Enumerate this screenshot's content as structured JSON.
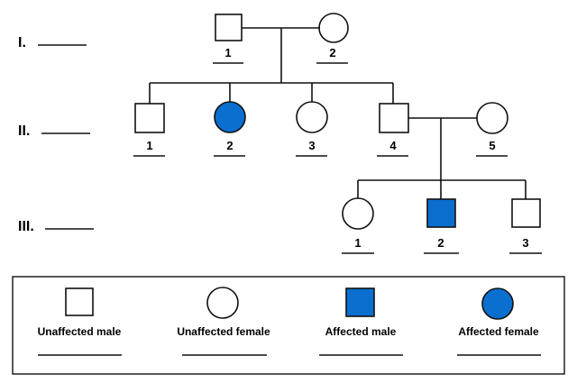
{
  "generations": {
    "g1": "I.",
    "g2": "II.",
    "g3": "III."
  },
  "individuals": {
    "I1": "1",
    "I2": "2",
    "II1": "1",
    "II2": "2",
    "II3": "3",
    "II4": "4",
    "II5": "5",
    "III1": "1",
    "III2": "2",
    "III3": "3"
  },
  "legend": {
    "unaffected_male": "Unaffected male",
    "unaffected_female": "Unaffected female",
    "affected_male": "Affected male",
    "affected_female": "Affected female"
  },
  "colors": {
    "affected": "#0a6fcf",
    "stroke": "#111111"
  }
}
